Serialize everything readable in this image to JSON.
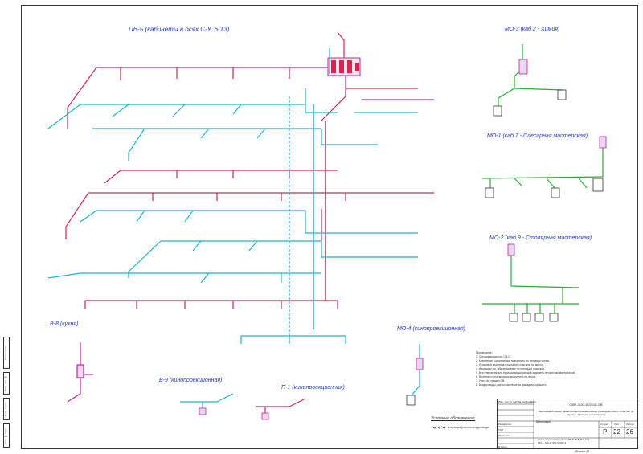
{
  "titles": {
    "pv5": "ПВ-5  (кабинеты в осях С-У, 6-13)",
    "mo3": "МО-3  (каб.2 - Химия)",
    "mo1": "МО-1  (каб.7 - Слесарная мастерская)",
    "mo2": "МО-2  (каб.9 - Столярная мастерская)",
    "v8": "В-8 (кухня)",
    "mo4": "МО-4  (кинопроекционная)",
    "v9": "В-9  (кинопроекционная)",
    "p1": "П-1  (кинопроекционная)"
  },
  "legend": {
    "title": "Условные обозначения:",
    "item": "изоляция участка воздуховода"
  },
  "notes": [
    "Примечание:",
    "1. Спецификация см. ОВ.С.",
    "2. Крепление воздуховодов выполнить по типовым узлам.",
    "3. Установка клапанов воздушнов участков по месту.",
    "4. Изоляцию см. общие данные по изоляции участков.",
    "5. Все отверстия для прохода воздуховодов заделать негорючим материалом",
    "6. В стенах и перекрытиях выполнить по месту.",
    "7. Узлы см. раздел ОВ.",
    "8. Воздуховоды, расположенные за фасадом, окрасить."
  ],
  "title_block": {
    "code": "0357-3-20-16/2016-ОВ",
    "description": "Капитальный ремонт здания общеобразовательного учреждения МБОУ СОШ №2 по адресу: г. Дмитров, ул. Чекистская",
    "object": "Вентиляция",
    "sheet_name": "Аксонометрические схемы ПВ-5, В-8, В-9, П-1, МО-1, МО-2, МО-3, МО-4",
    "stage_label": "Стадия",
    "sheet_label": "Лист",
    "sheets_label": "Листов",
    "stage": "Р",
    "sheet": "22",
    "sheets": "26",
    "roles": [
      "Изм.",
      "Кол.уч",
      "Лист",
      "№ док.",
      "Подп.",
      "Дата",
      "Разработал",
      "ГИП",
      "Проверил",
      "Н.контр."
    ]
  },
  "format": "Формат    А1",
  "sidebar": [
    "Согласовано",
    "Взам. инв. №",
    "Подп. и дата",
    "Инв. № подл."
  ],
  "colors": {
    "supply": "#d8244e",
    "exhaust": "#19b5c9",
    "local": "#20b22c",
    "magenta": "#c0229a",
    "title": "#1a35c8",
    "frame": "#333333",
    "dim": "#333333"
  }
}
